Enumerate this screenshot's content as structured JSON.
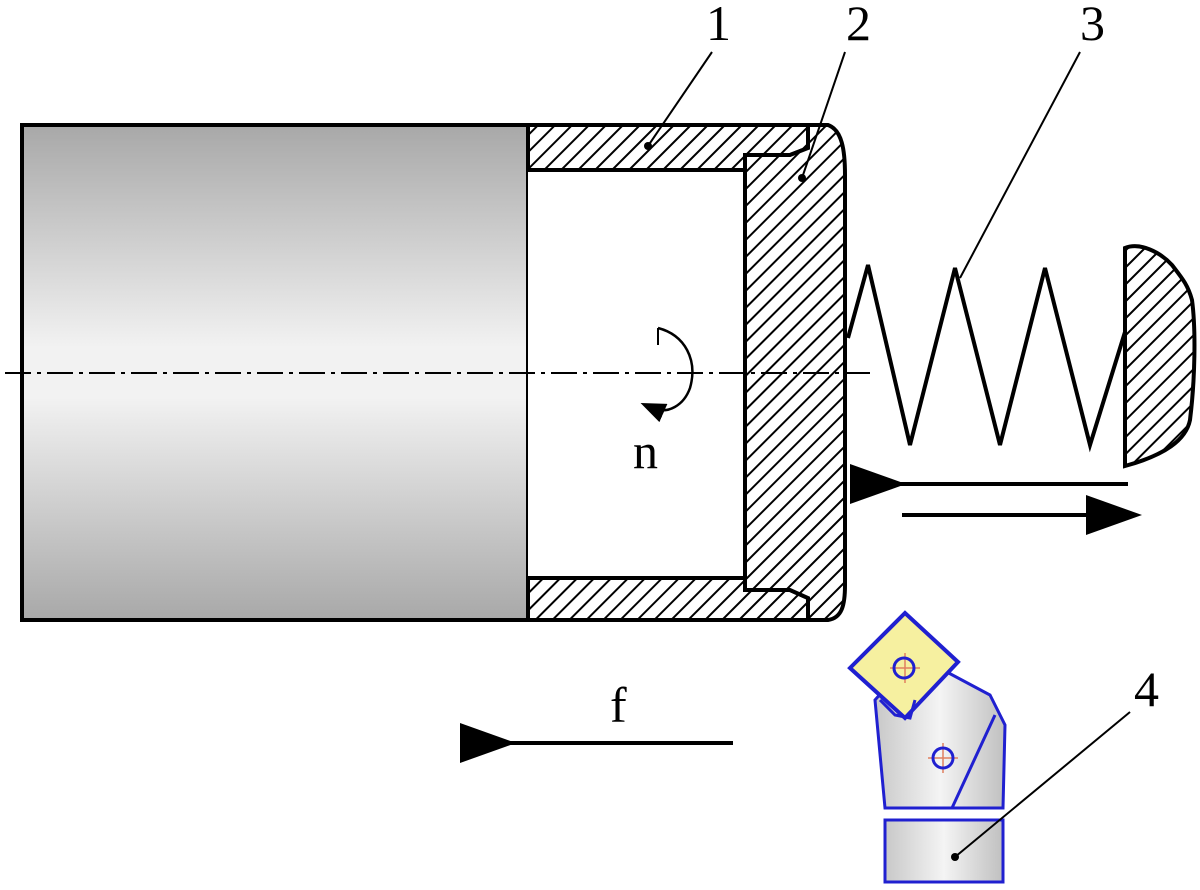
{
  "labels": {
    "part_1": "1",
    "part_2": "2",
    "part_3": "3",
    "part_4": "4",
    "rotation": "n",
    "feed": "f"
  },
  "colors": {
    "outline": "#000000",
    "tool_outline": "#2020d0",
    "insert_fill": "#f6f0a0",
    "centerline": "#000000"
  }
}
